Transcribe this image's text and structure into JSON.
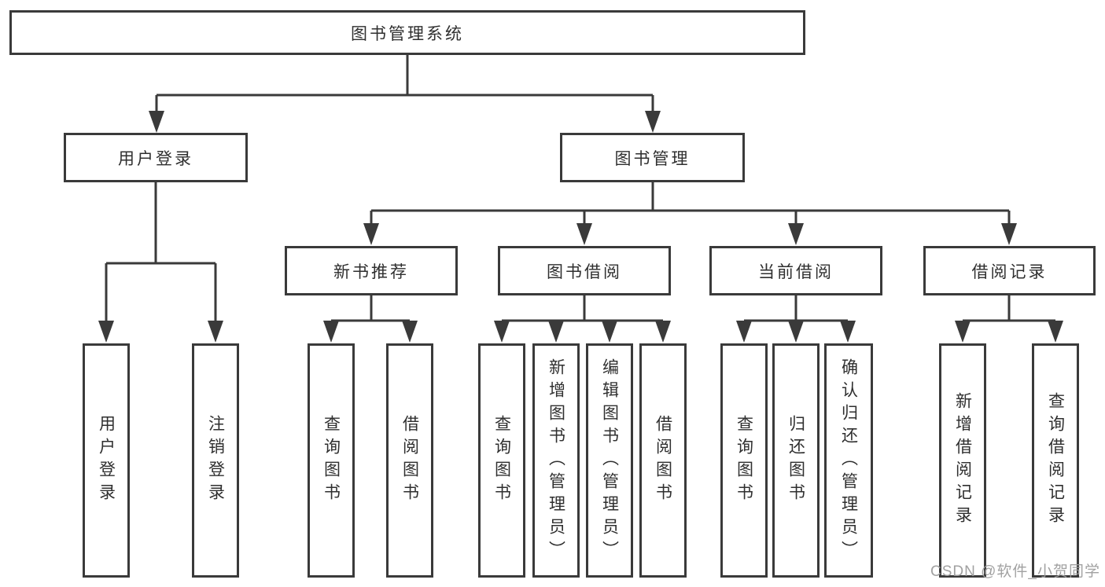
{
  "diagram": {
    "tree": {
      "label": "图书管理系统",
      "children": [
        {
          "label": "用户登录",
          "children": [
            {
              "label": "用户登录"
            },
            {
              "label": "注销登录"
            }
          ]
        },
        {
          "label": "图书管理",
          "children": [
            {
              "label": "新书推荐",
              "children": [
                {
                  "label": "查询图书"
                },
                {
                  "label": "借阅图书"
                }
              ]
            },
            {
              "label": "图书借阅",
              "children": [
                {
                  "label": "查询图书"
                },
                {
                  "label": "新增图书（管理员）"
                },
                {
                  "label": "编辑图书（管理员）"
                },
                {
                  "label": "借阅图书"
                }
              ]
            },
            {
              "label": "当前借阅",
              "children": [
                {
                  "label": "查询图书"
                },
                {
                  "label": "归还图书"
                },
                {
                  "label": "确认归还（管理员）"
                }
              ]
            },
            {
              "label": "借阅记录",
              "children": [
                {
                  "label": "新增借阅记录"
                },
                {
                  "label": "查询借阅记录"
                }
              ]
            }
          ]
        }
      ]
    }
  },
  "watermark": {
    "text": "CSDN @软件_小贺同学"
  },
  "colors": {
    "line": "#3a3a3a",
    "box_border": "#3a3a3a",
    "text": "#2f2f2f",
    "watermark": "#9c9c9c",
    "background": "#ffffff"
  }
}
